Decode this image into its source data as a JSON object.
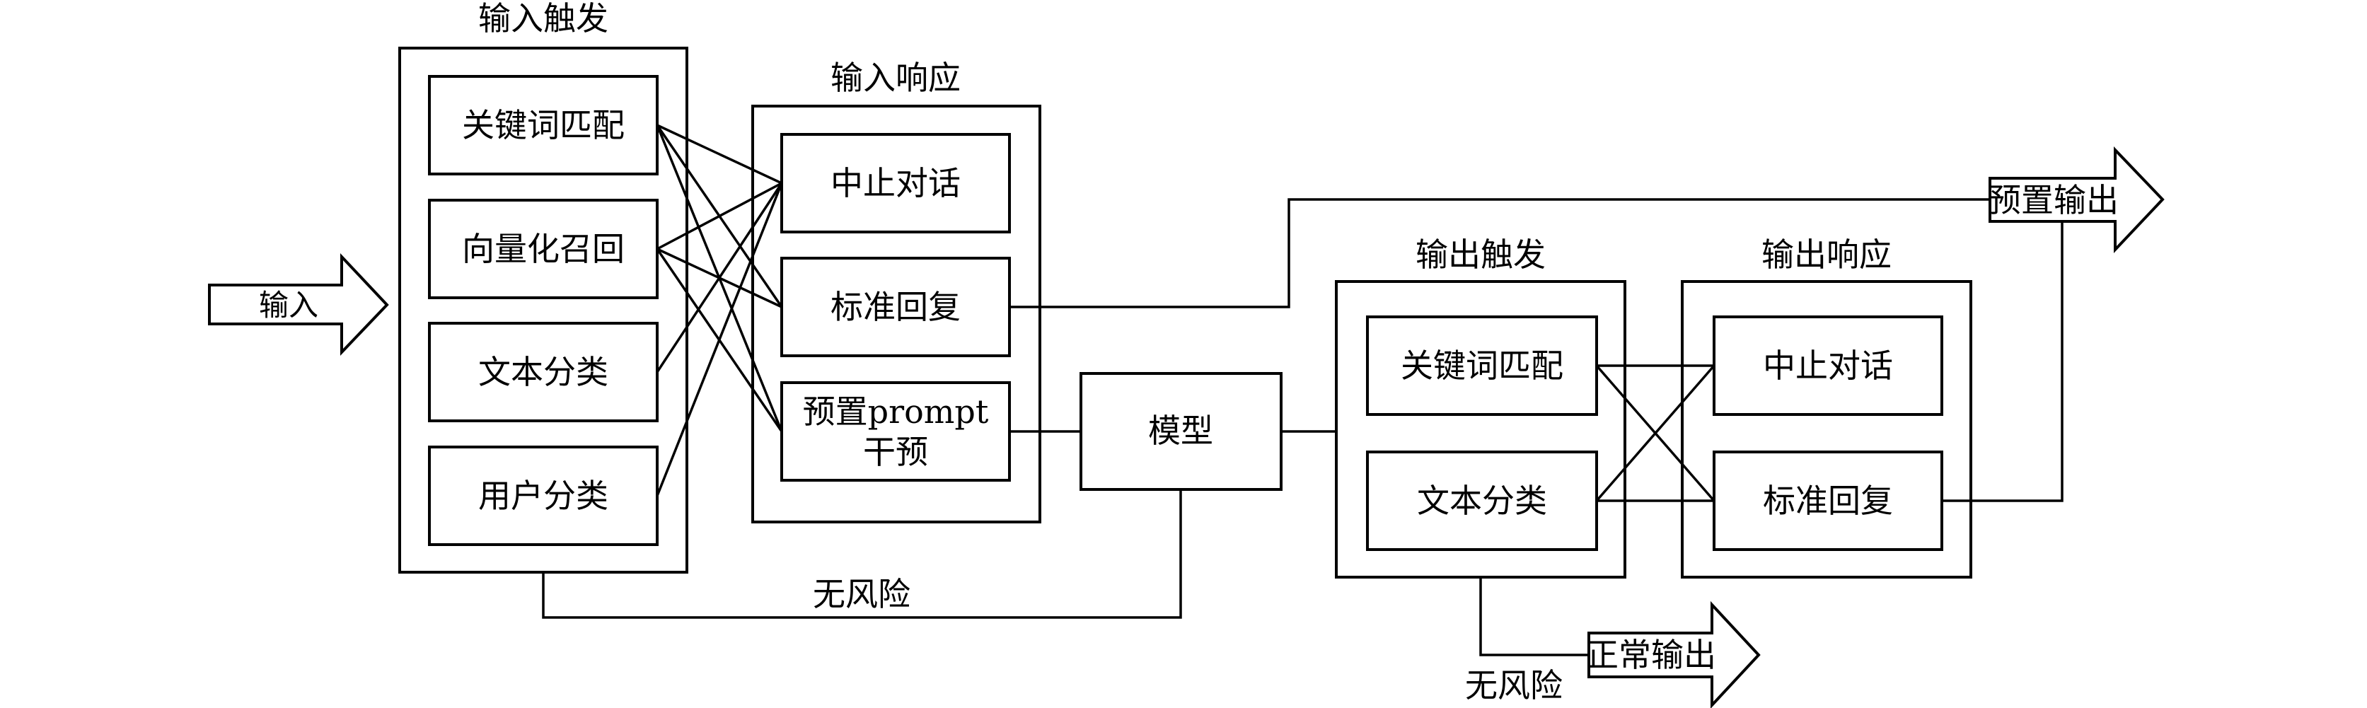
{
  "labels": {
    "input": "输入",
    "input_trigger_title": "输入触发",
    "input_response_title": "输入响应",
    "output_trigger_title": "输出触发",
    "output_response_title": "输出响应",
    "model": "模型",
    "preset_output": "预置输出",
    "normal_output": "正常输出",
    "no_risk_bottom": "无风险",
    "no_risk_output": "无风险"
  },
  "input_trigger_items": [
    "关键词匹配",
    "向量化召回",
    "文本分类",
    "用户分类"
  ],
  "input_response_items": [
    {
      "line1": "中止对话",
      "line2": ""
    },
    {
      "line1": "标准回复",
      "line2": ""
    },
    {
      "line1": "预置prompt",
      "line2": "干预"
    }
  ],
  "output_trigger_items": [
    "关键词匹配",
    "文本分类"
  ],
  "output_response_items": [
    "中止对话",
    "标准回复"
  ],
  "colors": {
    "stroke": "#000000",
    "background": "#ffffff"
  }
}
